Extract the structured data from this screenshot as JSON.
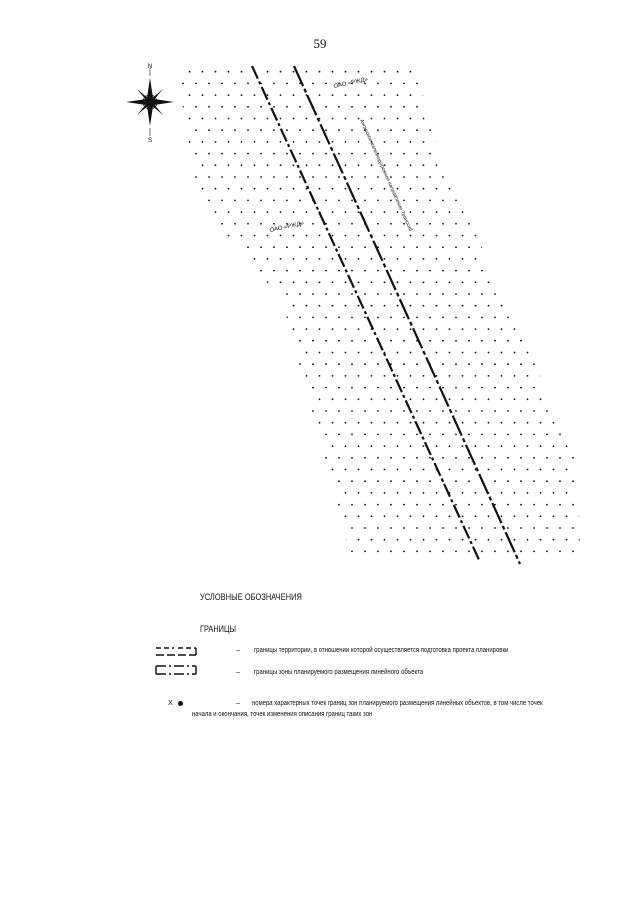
{
  "page": {
    "number": "59"
  },
  "map": {
    "compass": {
      "north_label": "N",
      "south_label": "S"
    },
    "labels": {
      "rail_top": "ОАО «РЖД»",
      "rail_mid": "ОАО «РЖД»",
      "axis_text": "Ангарское железнодорожное направление Транссиб"
    }
  },
  "legend": {
    "title": "УСЛОВНЫЕ ОБОЗНАЧЕНИЯ",
    "subtitle": "ГРАНИЦЫ",
    "dash": "–",
    "items": [
      {
        "text": "границы территории, в отношении которой осуществляется подготовка проекта планировки"
      },
      {
        "text": "границы зоны планируемого размещения линейного объекта"
      }
    ],
    "points": {
      "symbol_label": "Х",
      "text_line1": "номера характерных точек границ зон планируемого размещения линейных объектов, в том числе точек",
      "text_line2": "начала и окончания, точек изменения описания границ таких зон"
    }
  },
  "colors": {
    "ink": "#111111",
    "background": "#ffffff"
  }
}
